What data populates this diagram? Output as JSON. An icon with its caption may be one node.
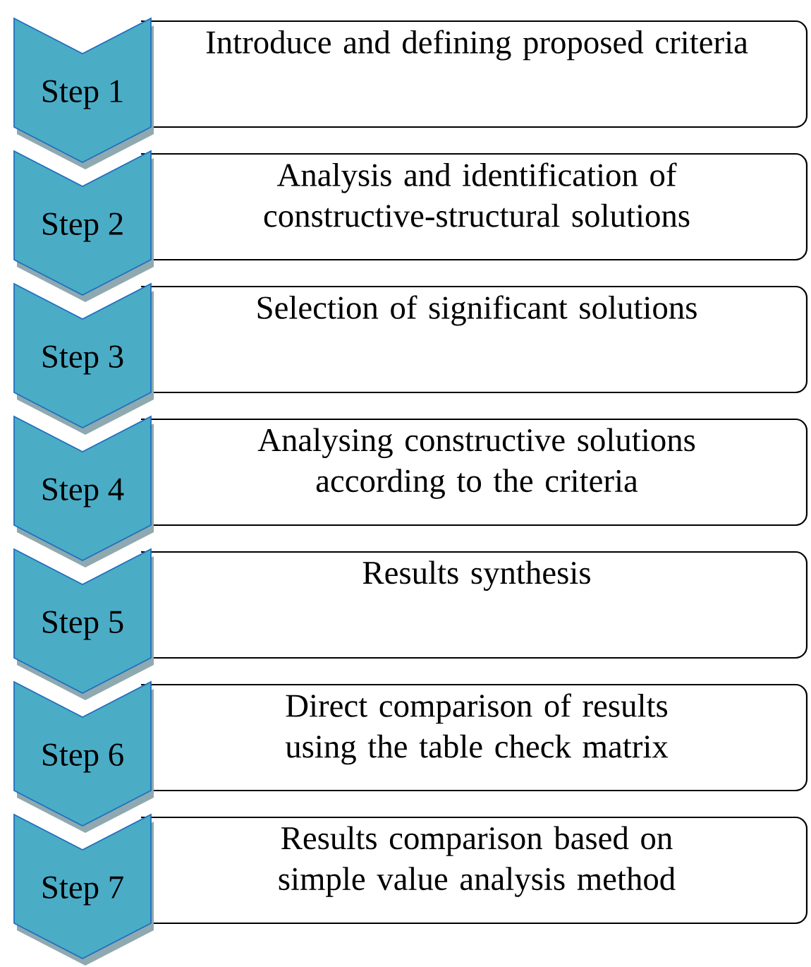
{
  "diagram": {
    "nodes": [
      {
        "text": [
          "Step 1"
        ]
      },
      {
        "text": [
          "Introduce and defining proposed criteria"
        ]
      },
      {
        "text": [
          "Step 2"
        ]
      },
      {
        "text": [
          "Analysis and identification of constructive-structural solutions"
        ]
      },
      {
        "text": [
          "Step 3"
        ]
      },
      {
        "text": [
          "Selection of significant solutions"
        ]
      },
      {
        "text": [
          "Step 4"
        ]
      },
      {
        "text": [
          "Analysing constructive solutions according to the criteria"
        ]
      },
      {
        "text": [
          "Step 5"
        ]
      },
      {
        "text": [
          "Results synthesis"
        ]
      },
      {
        "text": [
          "Step 6"
        ]
      },
      {
        "text": [
          "Direct comparison of results using the table check matrix"
        ]
      },
      {
        "text": [
          "Step 7"
        ]
      },
      {
        "text": [
          "Results comparison based on simple value analysis method"
        ]
      }
    ]
  }
}
